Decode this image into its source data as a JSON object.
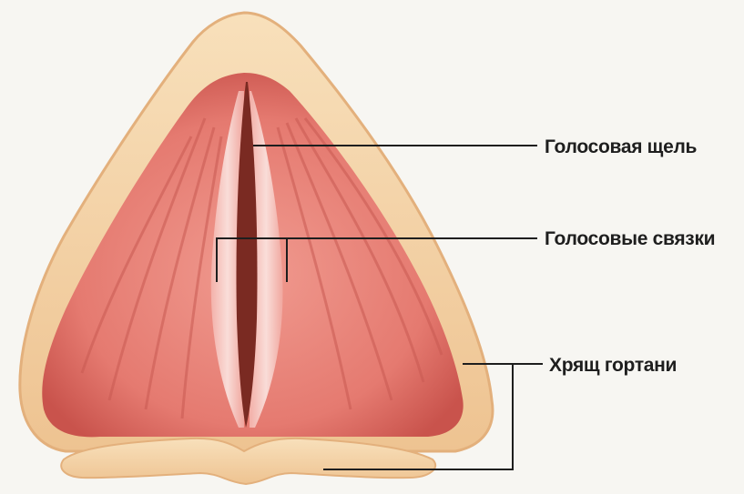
{
  "labels": {
    "glottis": "Голосовая щель",
    "vocal_folds": "Голосовые связки",
    "cartilage": "Хрящ гортани"
  },
  "colors": {
    "background": "#f7f6f2",
    "cartilage": "#f3d2a4",
    "cartilage_shadow": "#e0ad78",
    "tissue": "#e8837a",
    "tissue_dark": "#c24e48",
    "glottis": "#7a2a22",
    "vocal_fold": "#f2d3d0",
    "leader_line": "#1e1e1e"
  }
}
